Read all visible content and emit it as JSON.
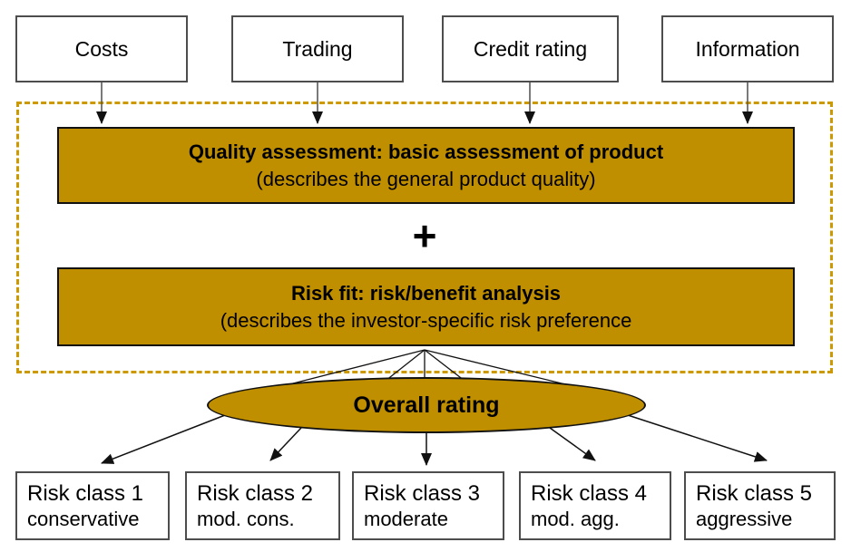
{
  "diagram": {
    "inputs": [
      {
        "label": "Costs"
      },
      {
        "label": "Trading"
      },
      {
        "label": "Credit rating"
      },
      {
        "label": "Information"
      }
    ],
    "quality_box": {
      "title": "Quality assessment: basic assessment of product",
      "subtitle": "(describes the general product quality)"
    },
    "plus_sign": "+",
    "risk_fit_box": {
      "title": "Risk fit: risk/benefit analysis",
      "subtitle": "(describes the investor-specific risk preference"
    },
    "overall_rating": {
      "label": "Overall rating"
    },
    "risk_classes": [
      {
        "title": "Risk class 1",
        "subtitle": "conservative"
      },
      {
        "title": "Risk class 2",
        "subtitle": "mod. cons."
      },
      {
        "title": "Risk class 3",
        "subtitle": "moderate"
      },
      {
        "title": "Risk class 4",
        "subtitle": "mod. agg."
      },
      {
        "title": "Risk class 5",
        "subtitle": "aggressive"
      }
    ],
    "colors": {
      "gold_fill": "#BF8F00",
      "dashed_border": "#CC9900",
      "box_border": "#4D4D4D",
      "arrow_black": "#111111",
      "arrow_stem_gray": "#595959"
    }
  }
}
